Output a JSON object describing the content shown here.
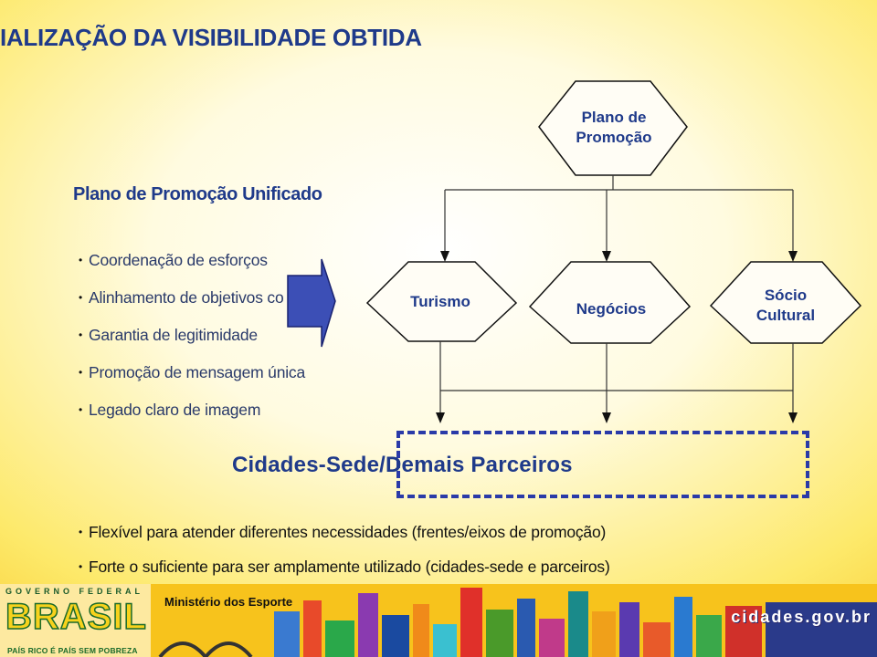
{
  "header": {
    "title": "IALIZAÇÃO DA VISIBILIDADE OBTIDA"
  },
  "left_panel": {
    "subtitle": "Plano de Promoção Unificado",
    "bullets": [
      "Coordenação de esforços",
      "Alinhamento de objetivos co",
      "Garantia de legitimidade",
      "Promoção de mensagem única",
      "Legado claro de imagem"
    ]
  },
  "diagram": {
    "top_node": {
      "line1": "Plano de",
      "line2": "Promoção"
    },
    "nodes": [
      {
        "line1": "Turismo",
        "line2": ""
      },
      {
        "line1": "Negócios",
        "line2": ""
      },
      {
        "line1": "Sócio",
        "line2": "Cultural"
      }
    ],
    "destination": "Cidades-Sede/Demais Parceiros",
    "colors": {
      "hex_fill": "#fffdf5",
      "hex_stroke": "#111111",
      "arrow_fill": "#3c4fb6",
      "label": "#1f3a8a",
      "dashed_border": "#2a3aa8"
    }
  },
  "bottom_bullets": [
    "Flexível para atender diferentes necessidades (frentes/eixos de promoção)",
    "Forte o suficiente para ser amplamente utilizado (cidades-sede e parceiros)"
  ],
  "footer": {
    "gov_label": "GOVERNO FEDERAL",
    "brand": "BRASIL",
    "slogan": "PAÍS RICO É PAÍS SEM POBREZA",
    "ministry": "Ministério dos Esporte",
    "site": "cidades.gov.br"
  }
}
